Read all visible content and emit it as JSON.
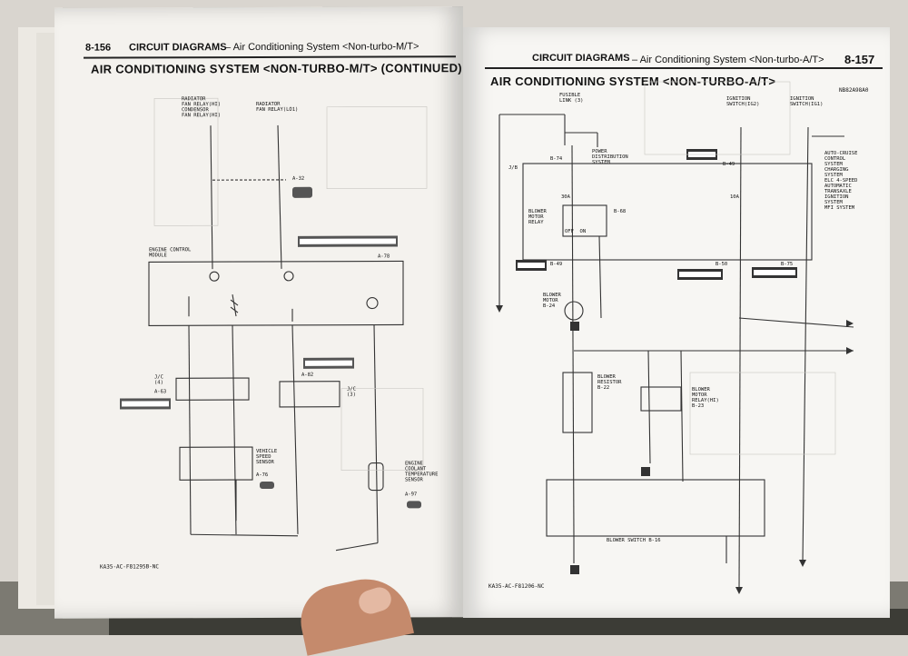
{
  "left_page": {
    "page_number": "8-156",
    "header_section": "CIRCUIT DIAGRAMS",
    "header_subtitle": "– Air Conditioning System <Non-turbo-M/T>",
    "title": "AIR CONDITIONING SYSTEM <NON-TURBO-M/T> (CONTINUED)",
    "footer_code": "KA35-AC-F81295B-NC",
    "labels": {
      "fan_relay_hi": "RADIATOR\nFAN RELAY(HI)\nCONDENSOR\nFAN RELAY(HI)",
      "fan_relay_lo": "RADIATOR\nFAN RELAY(LO1)",
      "engine_control": "ENGINE CONTROL\nMODULE",
      "vehicle_speed": "VEHICLE\nSPEED\nSENSOR",
      "coolant_temp": "ENGINE\nCOOLANT\nTEMPERATURE\nSENSOR",
      "a32": "A-32",
      "a78": "A-78",
      "a82": "A-82",
      "a63": "A-63",
      "a76": "A-76",
      "a97": "A-97",
      "jc4": "J/C\n(4)",
      "jc3": "J/C\n(3)"
    }
  },
  "right_page": {
    "page_number": "8-157",
    "header_section": "CIRCUIT DIAGRAMS",
    "header_subtitle": "– Air Conditioning System <Non-turbo-A/T>",
    "title": "AIR CONDITIONING SYSTEM <NON-TURBO-A/T>",
    "small_code": "NB82A98A0",
    "footer_code": "KA35-AC-F81206-NC",
    "labels": {
      "fusible_link": "FUSIBLE\nLINK (3)",
      "ignition_ig2": "IGNITION\nSWITCH(IG2)",
      "ignition_ig1": "IGNITION\nSWITCH(IG1)",
      "power_dist": "POWER\nDISTRIBUTION\nSYSTEM",
      "auto_cruise": "AUTO-CRUISE\nCONTROL\nSYSTEM\nCHARGING\nSYSTEM\nELC 4-SPEED\nAUTOMATIC\nTRANSAXLE\nIGNITION\nSYSTEM\nMFI SYSTEM",
      "jb": "J/B",
      "b74": "B-74",
      "b49": "B-49",
      "b49b": "B-49",
      "b68": "B-68",
      "b50": "B-50",
      "b75": "B-75",
      "blower_relay": "BLOWER\nMOTOR\nRELAY",
      "blower_motor": "BLOWER\nMOTOR\nB-24",
      "blower_resistor": "BLOWER\nRESISTOR\nB-22",
      "blower_relay_hi": "BLOWER\nMOTOR\nRELAY(HI)\nB-23",
      "blower_switch": "BLOWER SWITCH B-16",
      "fuse_30a": "30A",
      "fuse_10a": "10A",
      "off_on": "OFF  ON"
    }
  }
}
